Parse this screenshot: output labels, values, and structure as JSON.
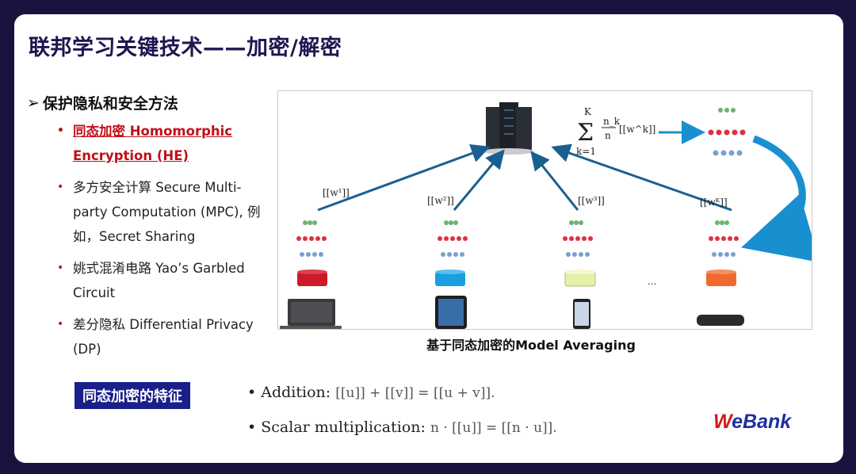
{
  "title": "联邦学习关键技术——加密/解密",
  "section": {
    "heading": "保护隐私和安全方法",
    "items": [
      {
        "text": "同态加密 Homomorphic Encryption (HE)",
        "highlighted": true
      },
      {
        "text": "多方安全计算 Secure Multi-party Computation (MPC), 例如，Secret Sharing",
        "highlighted": false
      },
      {
        "text": "姚式混淆电路 Yao’s Garbled Circuit",
        "highlighted": false
      },
      {
        "text": "差分隐私 Differential Privacy (DP)",
        "highlighted": false
      }
    ]
  },
  "figure": {
    "caption": "基于同态加密的Model Averaging",
    "sum_formula": {
      "upper": "K",
      "lower": "k=1",
      "fraction_num": "n_k",
      "fraction_den": "n",
      "term": "[[w^k]]"
    },
    "arrow_labels": [
      "[[w¹]]",
      "[[w²]]",
      "[[w³]]",
      "[[wᴷ]]"
    ],
    "ellipsis": "...",
    "clients": [
      {
        "device": "laptop",
        "db_color": "#cc1a2a"
      },
      {
        "device": "tablet",
        "db_color": "#1a9fe0"
      },
      {
        "device": "phone",
        "db_color": "#e6f0a8"
      },
      {
        "device": "router",
        "db_color": "#f06a30"
      }
    ],
    "colors": {
      "arrow": "#1a5f8f",
      "curve": "#1a8fd0",
      "node_red": "#e03040",
      "node_green": "#70b070",
      "node_blue": "#7aa0d0"
    }
  },
  "badge": "同态加密的特征",
  "formulas": [
    {
      "label": "Addition:",
      "math": "[[u]] + [[v]] = [[u + v]]."
    },
    {
      "label": "Scalar multiplication:",
      "math": "n · [[u]] = [[n · u]]."
    }
  ],
  "brand": {
    "prefix": "W",
    "rest": "eBank"
  }
}
